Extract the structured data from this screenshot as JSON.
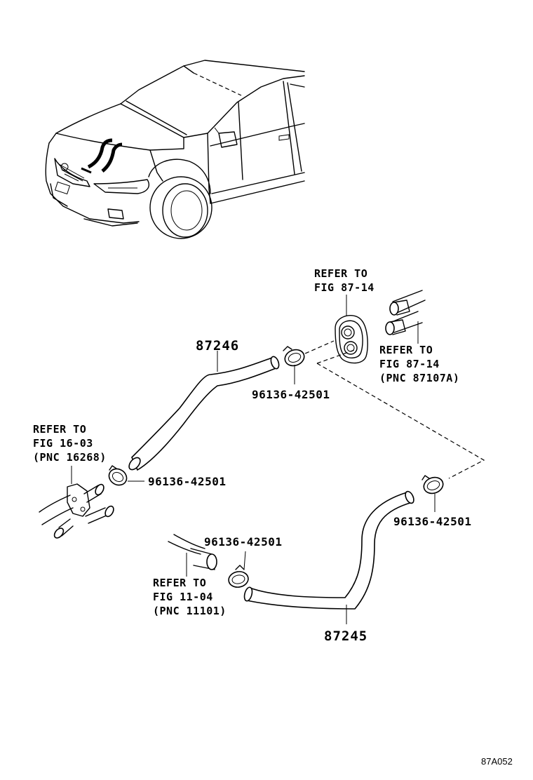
{
  "labels": {
    "hose_upper": "87246",
    "hose_lower": "87245",
    "clamp_1": "96136-42501",
    "clamp_2": "96136-42501",
    "clamp_3": "96136-42501",
    "clamp_4": "96136-42501",
    "ref_grommet": [
      "REFER TO",
      "FIG 87-14"
    ],
    "ref_heater_pipes": [
      "REFER TO",
      "FIG 87-14",
      "(PNC 87107A)"
    ],
    "ref_water_valve": [
      "REFER TO",
      "FIG 16-03",
      "(PNC 16268)"
    ],
    "ref_engine_outlet": [
      "REFER TO",
      "FIG 11-04",
      "(PNC 11101)"
    ],
    "figure_code": "87A052"
  }
}
